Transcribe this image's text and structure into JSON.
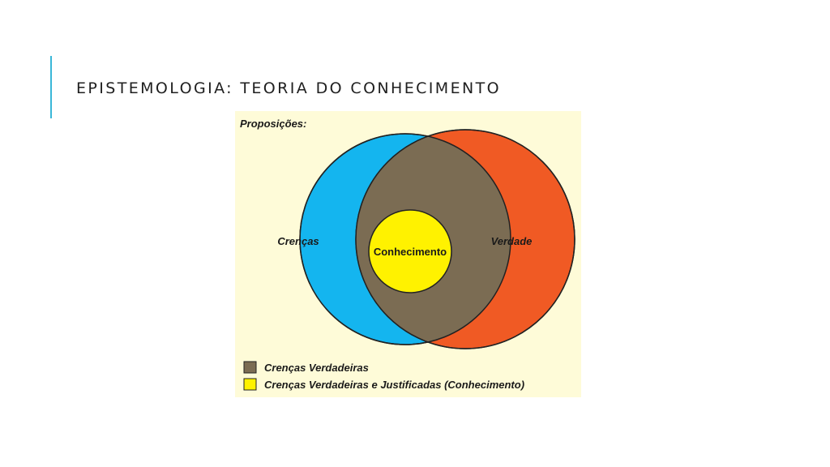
{
  "slide": {
    "title": "EPISTEMOLOGIA: TEORIA DO CONHECIMENTO",
    "accent_color": "#3ab7d8"
  },
  "diagram": {
    "background_color": "#fefbd8",
    "heading": "Proposições:",
    "sets": {
      "beliefs": {
        "label": "Crenças",
        "color": "#14b5ef"
      },
      "truth": {
        "label": "Verdade",
        "color": "#f05a24"
      },
      "true_beliefs": {
        "color": "#7b6c53"
      },
      "knowledge": {
        "label": "Conhecimento",
        "color": "#fff200"
      }
    },
    "legend": [
      {
        "label": "Crenças Verdadeiras",
        "color": "#7b6c53"
      },
      {
        "label": "Crenças Verdadeiras e Justificadas (Conhecimento)",
        "color": "#fff200"
      }
    ]
  }
}
